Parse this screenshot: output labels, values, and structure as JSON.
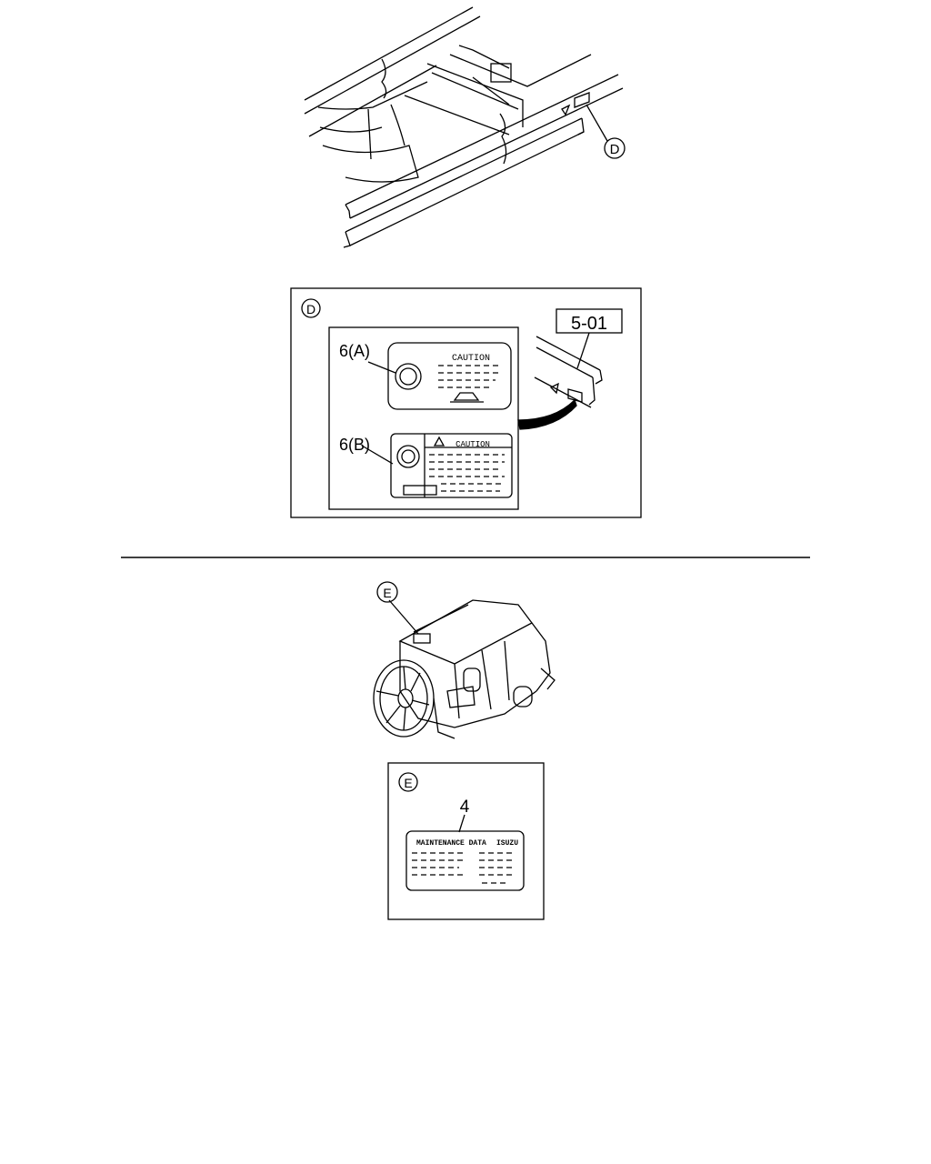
{
  "callouts": {
    "d": "D",
    "e": "E"
  },
  "detail_d": {
    "ref_code": "5-01",
    "label_a": {
      "part": "6(A)",
      "heading": "CAUTION"
    },
    "label_b": {
      "part": "6(B)",
      "heading": "CAUTION"
    }
  },
  "detail_e": {
    "part": "4",
    "label_heading": "MAINTENANCE DATA",
    "brand": "ISUZU"
  }
}
